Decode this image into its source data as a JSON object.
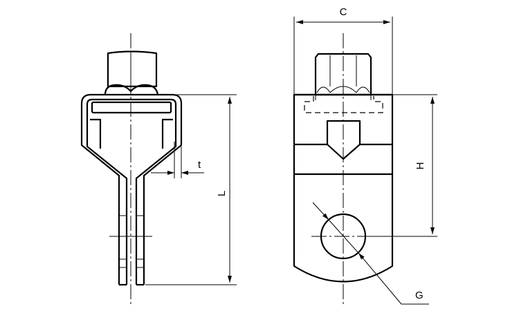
{
  "diagram": {
    "type": "technical drawing - bolted clamp (side and front views)",
    "dimension_labels": {
      "thickness": "t",
      "length": "L",
      "width": "C",
      "height": "H",
      "hole_diameter": "G"
    },
    "colors": {
      "line": "#000000",
      "background": "#ffffff"
    }
  }
}
